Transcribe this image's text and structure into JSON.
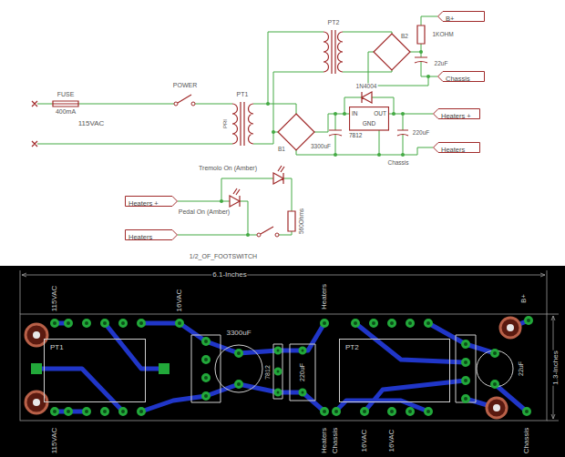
{
  "diagram": {
    "nodes": [
      {
        "text": [
          "B+"
        ]
      },
      {
        "text": [
          "Chassis"
        ]
      },
      {
        "text": [
          "IN",
          "OUT",
          "GND",
          "7812"
        ]
      },
      {
        "text": [
          "Heaters +"
        ]
      },
      {
        "text": [
          "Heaters"
        ]
      },
      {
        "text": [
          "Heaters +"
        ]
      },
      {
        "text": [
          "Heaters"
        ]
      },
      {
        "text": [
          "PT1"
        ]
      },
      {
        "text": [
          "PT2"
        ]
      }
    ],
    "edges": [
      {
        "from": 2,
        "to": 3,
        "arrow": "none"
      }
    ],
    "labels": [
      "FUSE",
      "400mA",
      "115VAC",
      "POWER",
      "PT1",
      "PRI",
      "PT2",
      "B2",
      "1KOHM",
      "22uF",
      "1N4004",
      "B1",
      "3300uF",
      "220uF",
      "Chassis",
      "Tremolo On (Amber)",
      "Pedal On (Amber)",
      "560Ohms",
      "1/2_OF_FOOTSWITCH",
      "6.1-Inches",
      "1.3-Inches",
      "115VAC",
      "16VAC",
      "Heaters",
      "3300uF",
      "220uF",
      "7812",
      "22uF",
      "B+",
      "115VAC",
      "Heaters",
      "Chassis",
      "16VAC",
      "16VAC",
      "Chassis"
    ]
  }
}
